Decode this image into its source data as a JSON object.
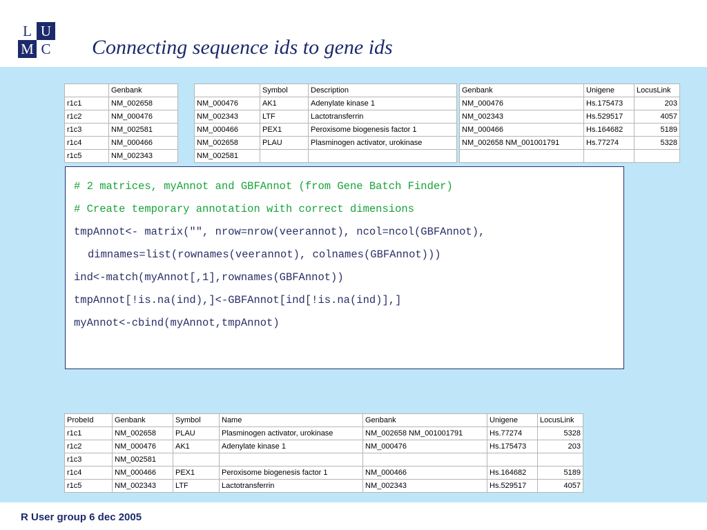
{
  "slide": {
    "title": "Connecting sequence ids to gene ids",
    "footer": "R User group 6 dec 2005",
    "background_color": "#bee6f8",
    "accent_color": "#1c2a6b"
  },
  "logo": {
    "name": "LUMC",
    "letters": [
      "L",
      "U",
      "M",
      "C"
    ]
  },
  "tables": {
    "probe_genbank": {
      "headers": [
        "",
        "Genbank"
      ],
      "rows": [
        [
          "r1c1",
          "NM_002658"
        ],
        [
          "r1c2",
          "NM_000476"
        ],
        [
          "r1c3",
          "NM_002581"
        ],
        [
          "r1c4",
          "NM_000466"
        ],
        [
          "r1c5",
          "NM_002343"
        ]
      ]
    },
    "annot_left": {
      "headers": [
        "",
        "Symbol",
        "Description"
      ],
      "rows": [
        [
          "NM_000476",
          "AK1",
          "Adenylate kinase 1"
        ],
        [
          "NM_002343",
          "LTF",
          "Lactotransferrin"
        ],
        [
          "NM_000466",
          "PEX1",
          "Peroxisome biogenesis factor 1"
        ],
        [
          "NM_002658",
          "PLAU",
          "Plasminogen activator, urokinase"
        ],
        [
          "NM_002581",
          "",
          ""
        ]
      ]
    },
    "annot_right": {
      "headers": [
        "Genbank",
        "Unigene",
        "LocusLink"
      ],
      "rows": [
        [
          "NM_000476",
          "Hs.175473",
          "203"
        ],
        [
          "NM_002343",
          "Hs.529517",
          "4057"
        ],
        [
          "NM_000466",
          "Hs.164682",
          "5189"
        ],
        [
          "NM_002658 NM_001001791",
          "Hs.77274",
          "5328"
        ],
        [
          "",
          "",
          ""
        ]
      ]
    },
    "merged": {
      "headers": [
        "ProbeId",
        "Genbank",
        "Symbol",
        "Name",
        "Genbank",
        "Unigene",
        "LocusLink"
      ],
      "rows": [
        [
          "r1c1",
          "NM_002658",
          "PLAU",
          "Plasminogen activator, urokinase",
          "NM_002658 NM_001001791",
          "Hs.77274",
          "5328"
        ],
        [
          "r1c2",
          "NM_000476",
          "AK1",
          "Adenylate kinase 1",
          "NM_000476",
          "Hs.175473",
          "203"
        ],
        [
          "r1c3",
          "NM_002581",
          "",
          "",
          "",
          "",
          ""
        ],
        [
          "r1c4",
          "NM_000466",
          "PEX1",
          "Peroxisome biogenesis factor 1",
          "NM_000466",
          "Hs.164682",
          "5189"
        ],
        [
          "r1c5",
          "NM_002343",
          "LTF",
          "Lactotransferrin",
          "NM_002343",
          "Hs.529517",
          "4057"
        ]
      ]
    }
  },
  "code": {
    "comment_color": "#18a33a",
    "code_color": "#2a2f66",
    "lines": [
      {
        "text": "# 2 matrices, myAnnot and GBFAnnot (from Gene Batch Finder)",
        "kind": "comment"
      },
      {
        "text": "# Create temporary annotation with correct dimensions",
        "kind": "comment"
      },
      {
        "text": "tmpAnnot<- matrix(\"\", nrow=nrow(veerannot), ncol=ncol(GBFAnnot),",
        "kind": "code"
      },
      {
        "text": "dimnames=list(rownames(veerannot), colnames(GBFAnnot)))",
        "kind": "cont"
      },
      {
        "text": "ind<-match(myAnnot[,1],rownames(GBFAnnot))",
        "kind": "code"
      },
      {
        "text": "tmpAnnot[!is.na(ind),]<-GBFAnnot[ind[!is.na(ind)],]",
        "kind": "code"
      },
      {
        "text": "myAnnot<-cbind(myAnnot,tmpAnnot)",
        "kind": "code"
      }
    ]
  }
}
